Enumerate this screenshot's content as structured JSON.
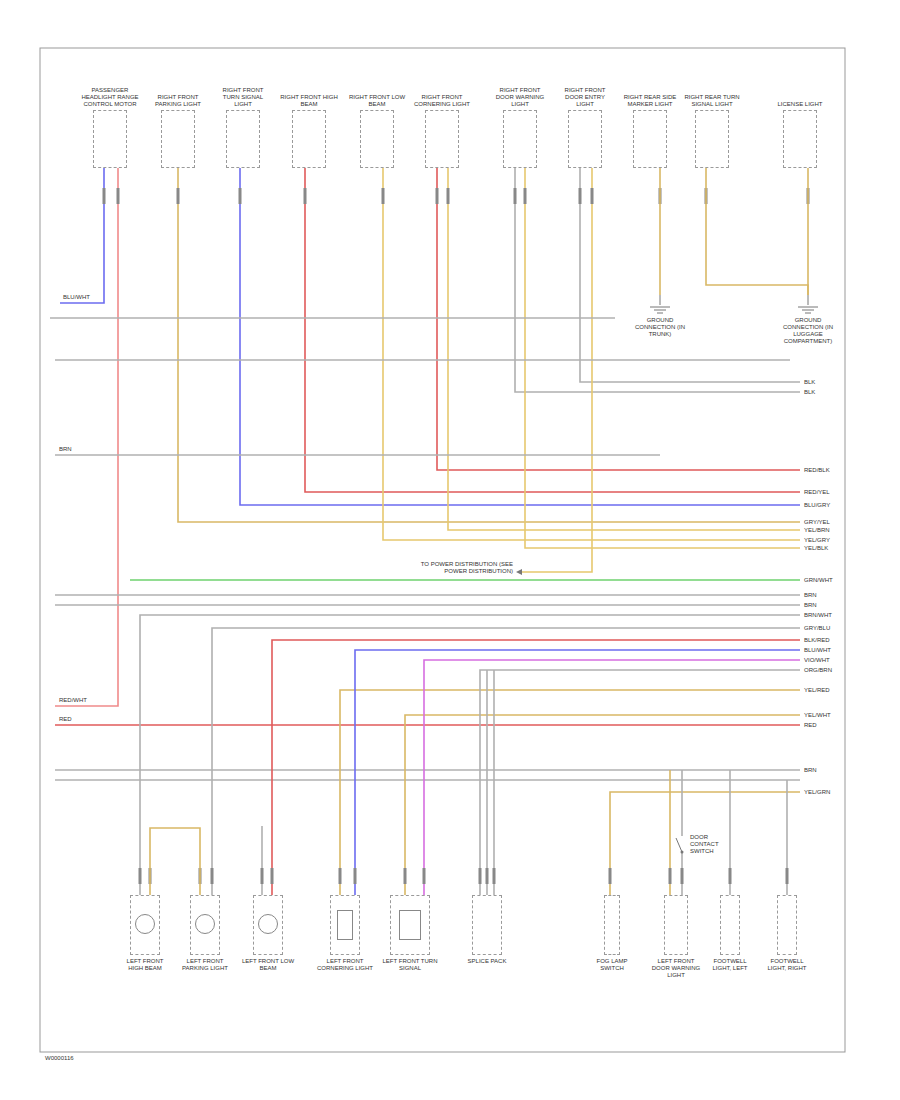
{
  "diagram": {
    "nodes": [
      {
        "text": [
          "PASSENGER HEADLIGHT RANGE CONTROL MOTOR"
        ]
      },
      {
        "text": [
          "RIGHT FRONT PARKING LIGHT"
        ]
      },
      {
        "text": [
          "RIGHT FRONT TURN SIGNAL LIGHT"
        ]
      },
      {
        "text": [
          "RIGHT FRONT HIGH BEAM"
        ]
      },
      {
        "text": [
          "RIGHT FRONT LOW BEAM"
        ]
      },
      {
        "text": [
          "RIGHT FRONT CORNERING LIGHT"
        ]
      },
      {
        "text": [
          "RIGHT FRONT DOOR WARNING LIGHT"
        ]
      },
      {
        "text": [
          "RIGHT FRONT DOOR ENTRY LIGHT"
        ]
      },
      {
        "text": [
          "RIGHT REAR SIDE MARKER LIGHT"
        ]
      },
      {
        "text": [
          "RIGHT REAR TURN SIGNAL LIGHT"
        ]
      },
      {
        "text": [
          "LICENSE LIGHT"
        ]
      },
      {
        "text": [
          "GROUND CONNECTION (IN TRUNK)"
        ]
      },
      {
        "text": [
          "GROUND CONNECTION (IN LUGGAGE COMPARTMENT)"
        ]
      },
      {
        "text": [
          "LEFT FRONT HIGH BEAM"
        ]
      },
      {
        "text": [
          "LEFT FRONT PARKING LIGHT"
        ]
      },
      {
        "text": [
          "LEFT FRONT LOW BEAM"
        ]
      },
      {
        "text": [
          "LEFT FRONT CORNERING LIGHT"
        ]
      },
      {
        "text": [
          "LEFT FRONT TURN SIGNAL"
        ]
      },
      {
        "text": [
          "SPLICE PACK"
        ]
      },
      {
        "text": [
          "FOG LAMP SWITCH"
        ]
      },
      {
        "text": [
          "LEFT FRONT DOOR WARNING LIGHT"
        ]
      },
      {
        "text": [
          "FOOTWELL LIGHT, LEFT"
        ]
      },
      {
        "text": [
          "FOOTWELL LIGHT, RIGHT"
        ]
      }
    ],
    "edges": [
      {
        "from": 8,
        "to": 11,
        "arrow": "none"
      },
      {
        "from": 9,
        "to": 12,
        "arrow": "none"
      },
      {
        "from": 10,
        "to": 12,
        "arrow": "none"
      },
      {
        "from": 13,
        "to": 14,
        "arrow": "none"
      }
    ],
    "labels": [
      "BLU/WHT",
      "BRN",
      "RED/WHT",
      "RED",
      "BLK",
      "BLK",
      "RED/BLK",
      "RED/YEL",
      "BLU/GRY",
      "GRY/YEL",
      "YEL/BRN",
      "YEL/GRY",
      "YEL/BLK",
      "GRN/WHT",
      "BRN",
      "BRN",
      "BRN/WHT",
      "GRY/BLU",
      "BLK/RED",
      "BLU/WHT",
      "VIO/WHT",
      "ORG/BRN",
      "YEL/RED",
      "YEL/WHT",
      "RED",
      "BRN",
      "YEL/GRN",
      "TO POWER DISTRIBUTION (SEE POWER DISTRIBUTION)",
      "DOOR CONTACT SWITCH",
      "W0000116"
    ]
  }
}
